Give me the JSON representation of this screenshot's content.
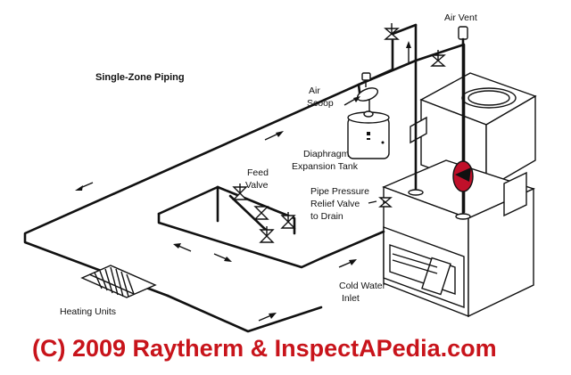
{
  "diagram": {
    "title": "Single-Zone Piping",
    "labels": {
      "air_vent": "Air Vent",
      "air_scoop_line1": "Air",
      "air_scoop_line2": "Scoop",
      "expansion_tank_line1": "Diaphragm",
      "expansion_tank_line2": "Expansion Tank",
      "feed_valve_line1": "Feed",
      "feed_valve_line2": "Valve",
      "relief_valve_line1": "Pipe Pressure",
      "relief_valve_line2": "Relief Valve",
      "relief_valve_line3": "to Drain",
      "cold_water_line1": "Cold Water",
      "cold_water_line2": "Inlet",
      "heating_units": "Heating Units"
    },
    "copyright": "(C) 2009 Raytherm & InspectAPedia.com",
    "colors": {
      "line": "#111111",
      "copyright": "#c8141b",
      "pump_accent": "#c0102a"
    }
  }
}
